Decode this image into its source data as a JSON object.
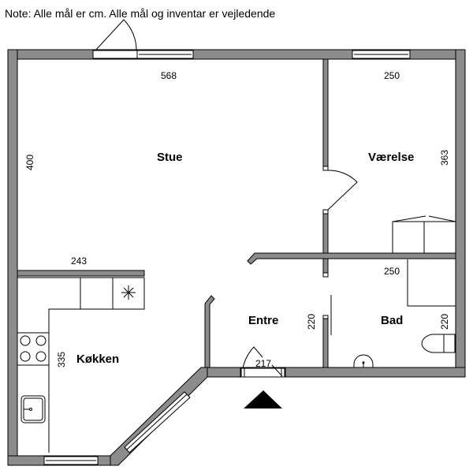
{
  "note": "Note: Alle mål er cm. Alle mål og inventar er vejledende",
  "rooms": {
    "stue": "Stue",
    "vaerelse": "Værelse",
    "entre": "Entre",
    "bad": "Bad",
    "kokken": "Køkken"
  },
  "dimensions": {
    "stue_width": "568",
    "stue_depth": "400",
    "vaerelse_width": "250",
    "vaerelse_depth": "363",
    "kokken_width": "243",
    "kokken_depth": "335",
    "bad_width": "250",
    "bad_depth": "220",
    "entre_depth": "220",
    "entre_width": "217"
  },
  "icons": [
    "entrance-arrow-icon",
    "stove-icon",
    "sink-icon",
    "toilet-icon",
    "washbasin-icon",
    "lamp-icon"
  ]
}
